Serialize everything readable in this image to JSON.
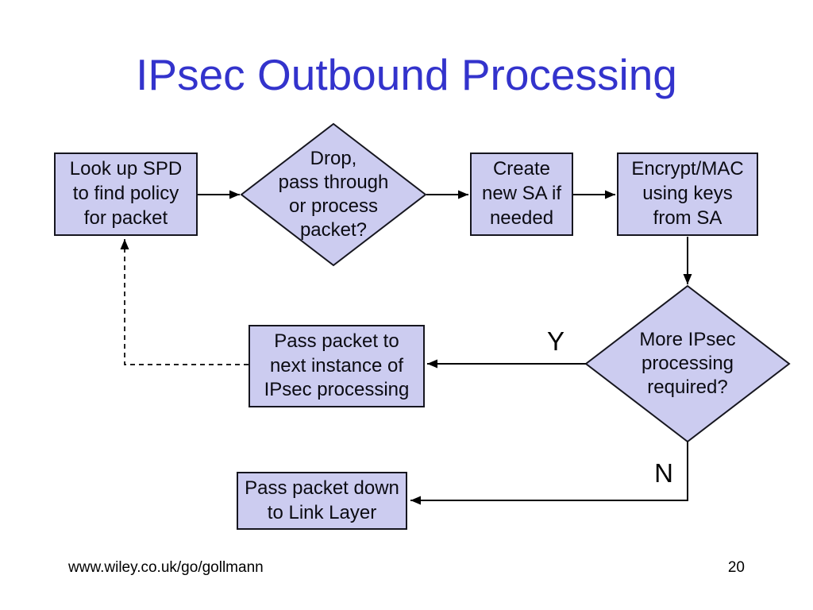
{
  "slide": {
    "title": "IPsec Outbound Processing",
    "footer": {
      "url": "www.wiley.co.uk/go/gollmann",
      "page_number": "20"
    }
  },
  "flowchart": {
    "nodes": {
      "lookup_spd": {
        "type": "process",
        "label": "Look up SPD\nto find policy\nfor packet"
      },
      "drop_decision": {
        "type": "decision",
        "label": "Drop,\npass through\nor process\npacket?"
      },
      "create_sa": {
        "type": "process",
        "label": "Create\nnew SA if\nneeded"
      },
      "encrypt_mac": {
        "type": "process",
        "label": "Encrypt/MAC\nusing keys\nfrom SA"
      },
      "more_ipsec_decision": {
        "type": "decision",
        "label": "More IPsec\nprocessing\nrequired?"
      },
      "pass_next": {
        "type": "process",
        "label": "Pass packet to\nnext instance of\nIPsec processing"
      },
      "pass_down": {
        "type": "process",
        "label": "Pass packet down\nto Link Layer"
      }
    },
    "branch_labels": {
      "yes": "Y",
      "no": "N"
    },
    "edges": [
      {
        "from": "lookup_spd",
        "to": "drop_decision",
        "style": "solid"
      },
      {
        "from": "drop_decision",
        "to": "create_sa",
        "style": "solid"
      },
      {
        "from": "create_sa",
        "to": "encrypt_mac",
        "style": "solid"
      },
      {
        "from": "encrypt_mac",
        "to": "more_ipsec_decision",
        "style": "solid"
      },
      {
        "from": "more_ipsec_decision",
        "to": "pass_next",
        "label": "Y",
        "style": "solid"
      },
      {
        "from": "more_ipsec_decision",
        "to": "pass_down",
        "label": "N",
        "style": "solid"
      },
      {
        "from": "pass_next",
        "to": "lookup_spd",
        "style": "dashed"
      }
    ]
  },
  "colors": {
    "background": "#ffffff",
    "title_text": "#3333cc",
    "node_fill": "#ccccf0",
    "node_border": "#16161f",
    "node_text": "#0b0b12",
    "connector": "#000000"
  }
}
